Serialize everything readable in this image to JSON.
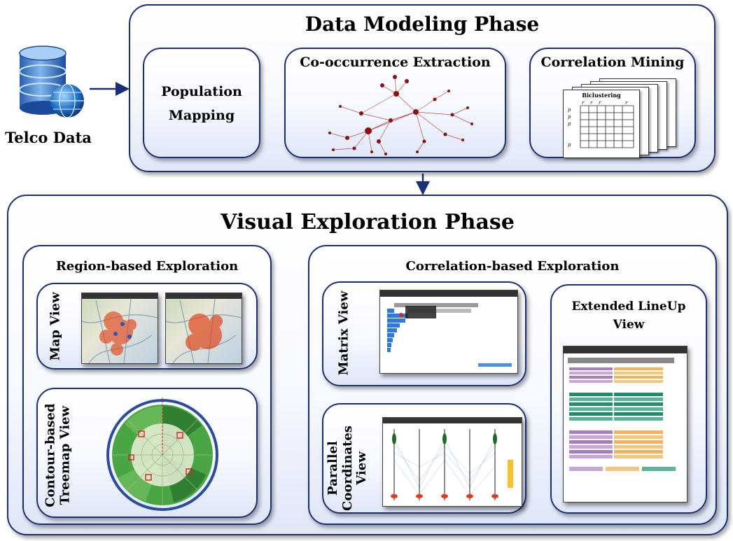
{
  "source": {
    "label": "Telco Data"
  },
  "modeling": {
    "title": "Data Modeling Phase",
    "population": {
      "line1": "Population",
      "line2": "Mapping"
    },
    "cooccurrence": {
      "title": "Co-occurrence Extraction"
    },
    "correlation": {
      "title": "Correlation Mining",
      "sheet_title": "Biclustering"
    }
  },
  "exploration": {
    "title": "Visual Exploration Phase",
    "region": {
      "title": "Region-based Exploration",
      "map_view": "Map View",
      "treemap_line1": "Contour-based",
      "treemap_line2": "Treemap View"
    },
    "corr": {
      "title": "Correlation-based Exploration",
      "matrix_view": "Matrix View",
      "pc_line1": "Parallel",
      "pc_line2": "Coordinates",
      "pc_line3": "View",
      "lineup_line1": "Extended LineUp",
      "lineup_line2": "View"
    }
  },
  "colors": {
    "border": "#1c2f74",
    "arrow": "#1c2f74",
    "graph": "#9a1414",
    "map_hot": "#e0461c",
    "treemap": "#3f9a3a",
    "matrix": "#2f78e0",
    "lineup_purple": "#a77cc2",
    "lineup_orange": "#f6b25a",
    "lineup_teal": "#1f8f6a"
  }
}
